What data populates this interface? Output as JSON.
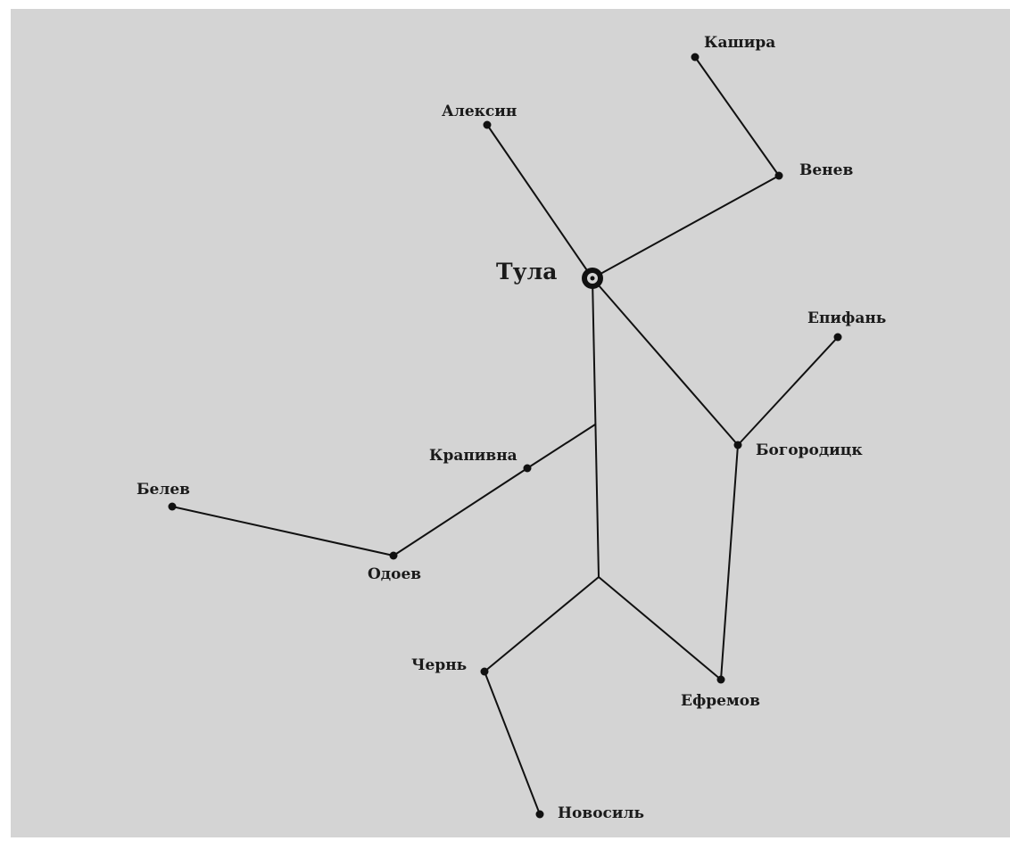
{
  "map": {
    "background_color": "#d4d4d4",
    "ink_color": "#111111",
    "capital": {
      "label": "Тула",
      "marker": "circle-in-circle"
    },
    "cities": {
      "kashira": "Кашира",
      "aleksin": "Алексин",
      "venev": "Венев",
      "epifan": "Епифань",
      "bogoroditsk": "Богородицк",
      "krapivna": "Крапивна",
      "belev": "Белев",
      "odoev": "Одоев",
      "chern": "Чернь",
      "efremov": "Ефремов",
      "novosil": "Новосиль"
    }
  }
}
